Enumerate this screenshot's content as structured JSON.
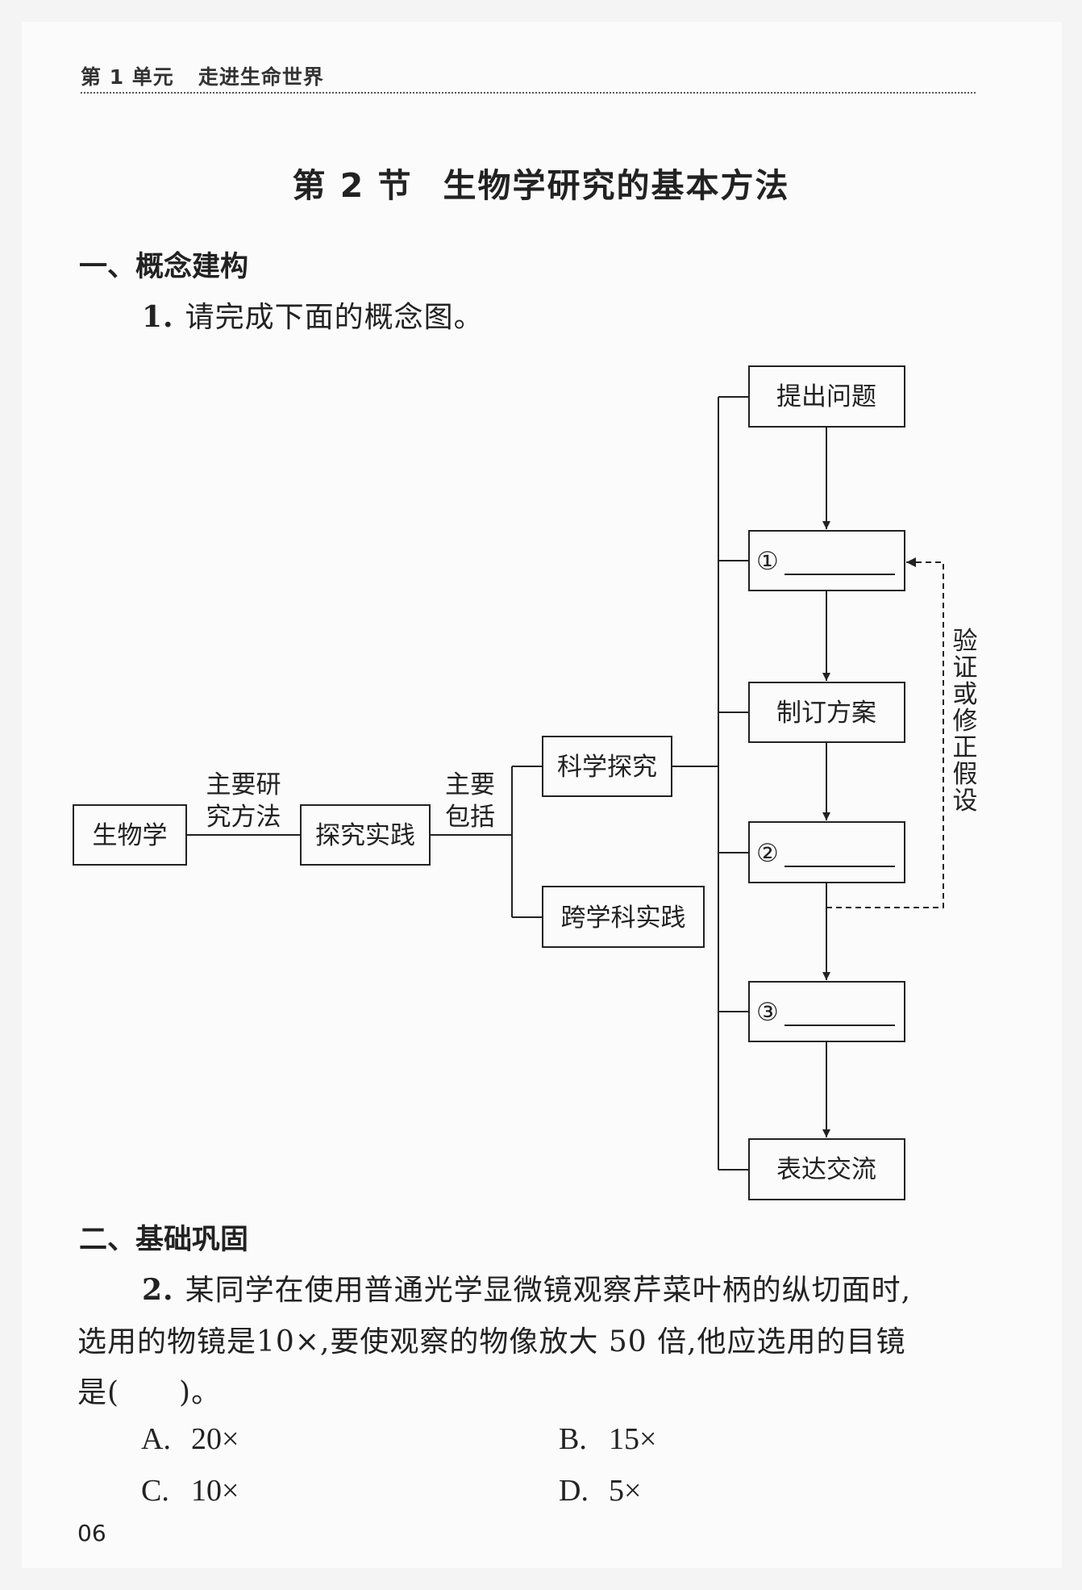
{
  "header": {
    "unit": "第 1 单元",
    "title": "走进生命世界"
  },
  "section_title": {
    "number": "第 2 节",
    "name": "生物学研究的基本方法"
  },
  "section1": {
    "heading": "一、概念建构"
  },
  "q1": {
    "number": "1.",
    "text": "请完成下面的概念图。"
  },
  "diagram": {
    "root": "生物学",
    "edge1_line1": "主要研",
    "edge1_line2": "究方法",
    "mid": "探究实践",
    "edge2_line1": "主要",
    "edge2_line2": "包括",
    "branch1": "科学探究",
    "branch2": "跨学科实践",
    "steps": [
      "提出问题",
      "①",
      "制订方案",
      "②",
      "③",
      "表达交流"
    ],
    "feedback": [
      "验",
      "证",
      "或",
      "修",
      "正",
      "假",
      "设"
    ]
  },
  "section2": {
    "heading": "二、基础巩固"
  },
  "q2": {
    "number": "2.",
    "line1": "某同学在使用普通光学显微镜观察芹菜叶柄的纵切面时,",
    "line2": "选用的物镜是10×,要使观察的物像放大 50 倍,他应选用的目镜",
    "line3": "是(　　)。",
    "options": [
      {
        "label": "A.",
        "text": "20×"
      },
      {
        "label": "B.",
        "text": "15×"
      },
      {
        "label": "C.",
        "text": "10×"
      },
      {
        "label": "D.",
        "text": "5×"
      }
    ]
  },
  "page_number": "06"
}
